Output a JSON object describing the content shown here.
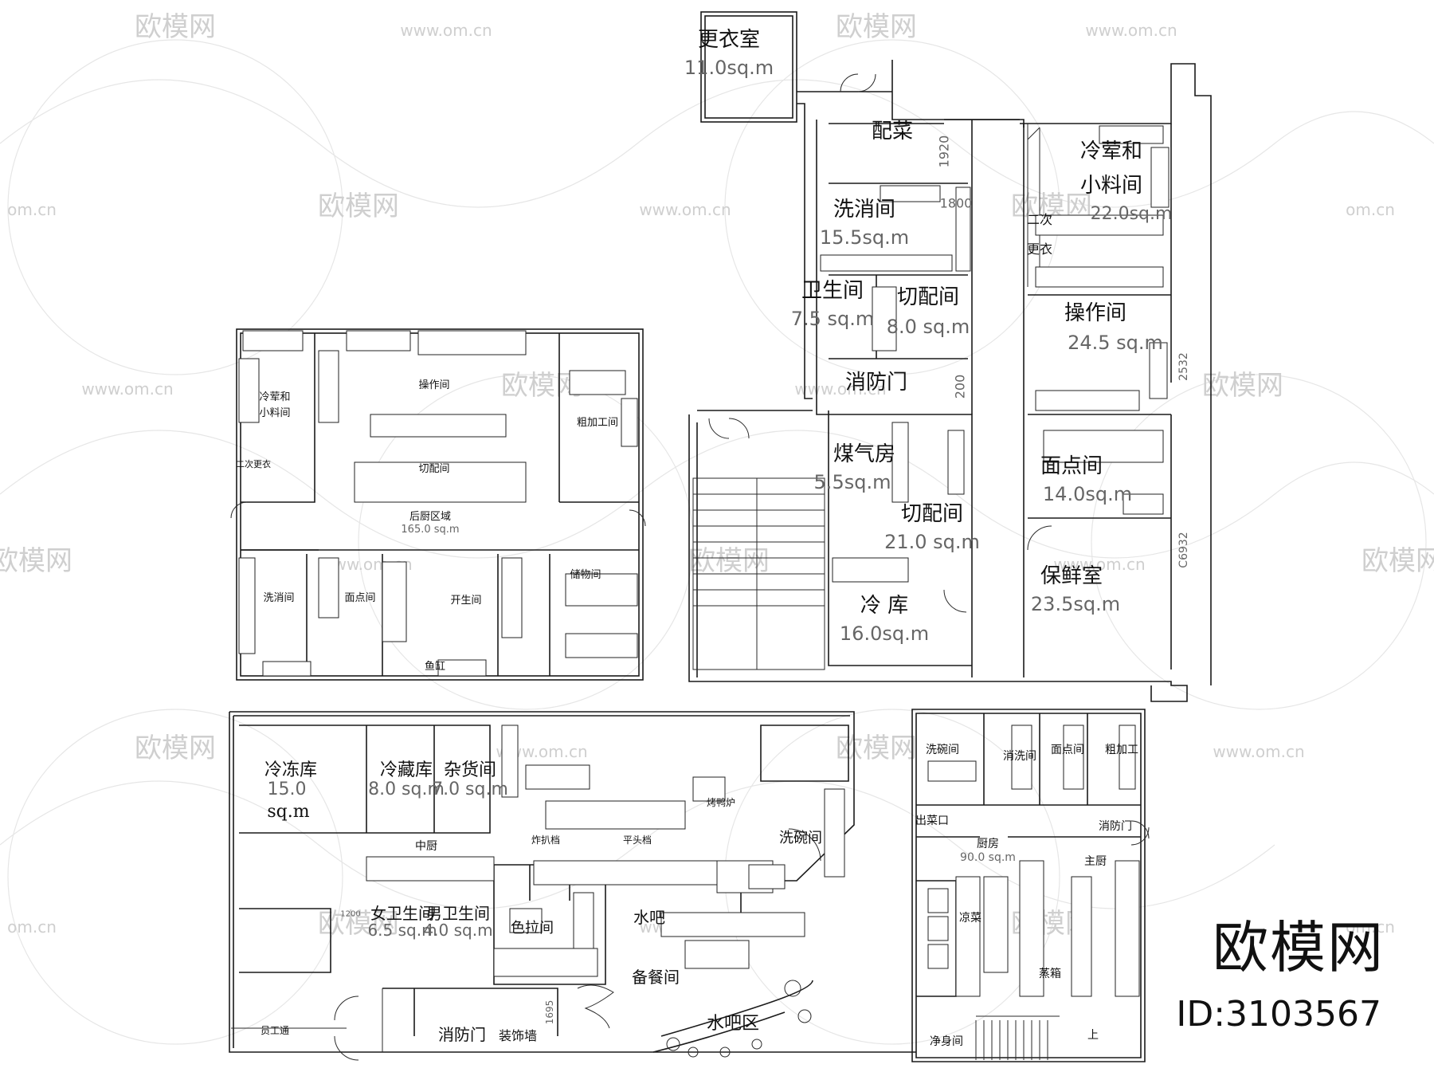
{
  "watermark": {
    "brand": "欧模网",
    "url": "www.om.cn",
    "url_short": "om.cn"
  },
  "footer": {
    "brand": "欧模网",
    "id": "ID:3103567"
  },
  "plan_a": {
    "rooms": [
      {
        "name": "更衣室",
        "area": "11.0sq.m"
      },
      {
        "name": "配菜",
        "area": ""
      },
      {
        "name": "冷荤和",
        "area": ""
      },
      {
        "name": "小料间",
        "area": "22.0sq.m"
      },
      {
        "name": "洗消间",
        "area": "15.5sq.m"
      },
      {
        "name": "二次",
        "area": ""
      },
      {
        "name": "更衣",
        "area": ""
      },
      {
        "name": "卫生间",
        "area": "7.5 sq.m"
      },
      {
        "name": "切配间",
        "area": "8.0 sq.m"
      },
      {
        "name": "操作间",
        "area": "24.5 sq.m"
      },
      {
        "name": "消防门",
        "area": ""
      },
      {
        "name": "煤气房",
        "area": "5.5sq.m"
      },
      {
        "name": "面点间",
        "area": "14.0sq.m"
      },
      {
        "name": "切配间",
        "area": "21.0 sq.m"
      },
      {
        "name": "保鲜室",
        "area": "23.5sq.m"
      },
      {
        "name": "冷 库",
        "area": "16.0sq.m"
      }
    ],
    "dims": [
      "1920",
      "1800",
      "200",
      "2532",
      "C6932"
    ]
  },
  "plan_b": {
    "rooms": [
      {
        "name": "冷荤和",
        "area": ""
      },
      {
        "name": "小料间",
        "area": ""
      },
      {
        "name": "操作间",
        "area": ""
      },
      {
        "name": "粗加工间",
        "area": ""
      },
      {
        "name": "切配间",
        "area": ""
      },
      {
        "name": "二次更衣",
        "area": ""
      },
      {
        "name": "后厨区域",
        "area": "165.0 sq.m"
      },
      {
        "name": "洗消间",
        "area": ""
      },
      {
        "name": "面点间",
        "area": ""
      },
      {
        "name": "开生间",
        "area": ""
      },
      {
        "name": "储物间",
        "area": ""
      },
      {
        "name": "鱼缸",
        "area": ""
      }
    ]
  },
  "plan_c": {
    "rooms": [
      {
        "name": "冷冻库",
        "area": "15.0"
      },
      {
        "name": "sq.m",
        "area": ""
      },
      {
        "name": "冷藏库",
        "area": "8.0 sq.m"
      },
      {
        "name": "杂货间",
        "area": "7.0 sq.m"
      },
      {
        "name": "中厨",
        "area": ""
      },
      {
        "name": "洗碗间",
        "area": ""
      },
      {
        "name": "女卫生间",
        "area": "6.5 sq.m"
      },
      {
        "name": "男卫生间",
        "area": "4.0 sq.m"
      },
      {
        "name": "色拉间",
        "area": ""
      },
      {
        "name": "水吧",
        "area": ""
      },
      {
        "name": "备餐间",
        "area": ""
      },
      {
        "name": "水吧区",
        "area": ""
      },
      {
        "name": "消防门",
        "area": ""
      },
      {
        "name": "装饰墙",
        "area": ""
      },
      {
        "name": "员工通",
        "area": ""
      },
      {
        "name": "炸扒档",
        "area": ""
      },
      {
        "name": "平头档",
        "area": ""
      },
      {
        "name": "烤鸭炉",
        "area": ""
      }
    ],
    "dims": [
      "1695",
      "1200"
    ]
  },
  "plan_d": {
    "rooms": [
      {
        "name": "洗碗间",
        "area": ""
      },
      {
        "name": "消洗间",
        "area": ""
      },
      {
        "name": "面点间",
        "area": ""
      },
      {
        "name": "粗加工",
        "area": ""
      },
      {
        "name": "出菜口",
        "area": ""
      },
      {
        "name": "厨房",
        "area": "90.0 sq.m"
      },
      {
        "name": "消防门",
        "area": ""
      },
      {
        "name": "主厨",
        "area": ""
      },
      {
        "name": "凉菜",
        "area": ""
      },
      {
        "name": "蒸箱",
        "area": ""
      },
      {
        "name": "净身间",
        "area": ""
      },
      {
        "name": "上",
        "area": ""
      }
    ]
  }
}
